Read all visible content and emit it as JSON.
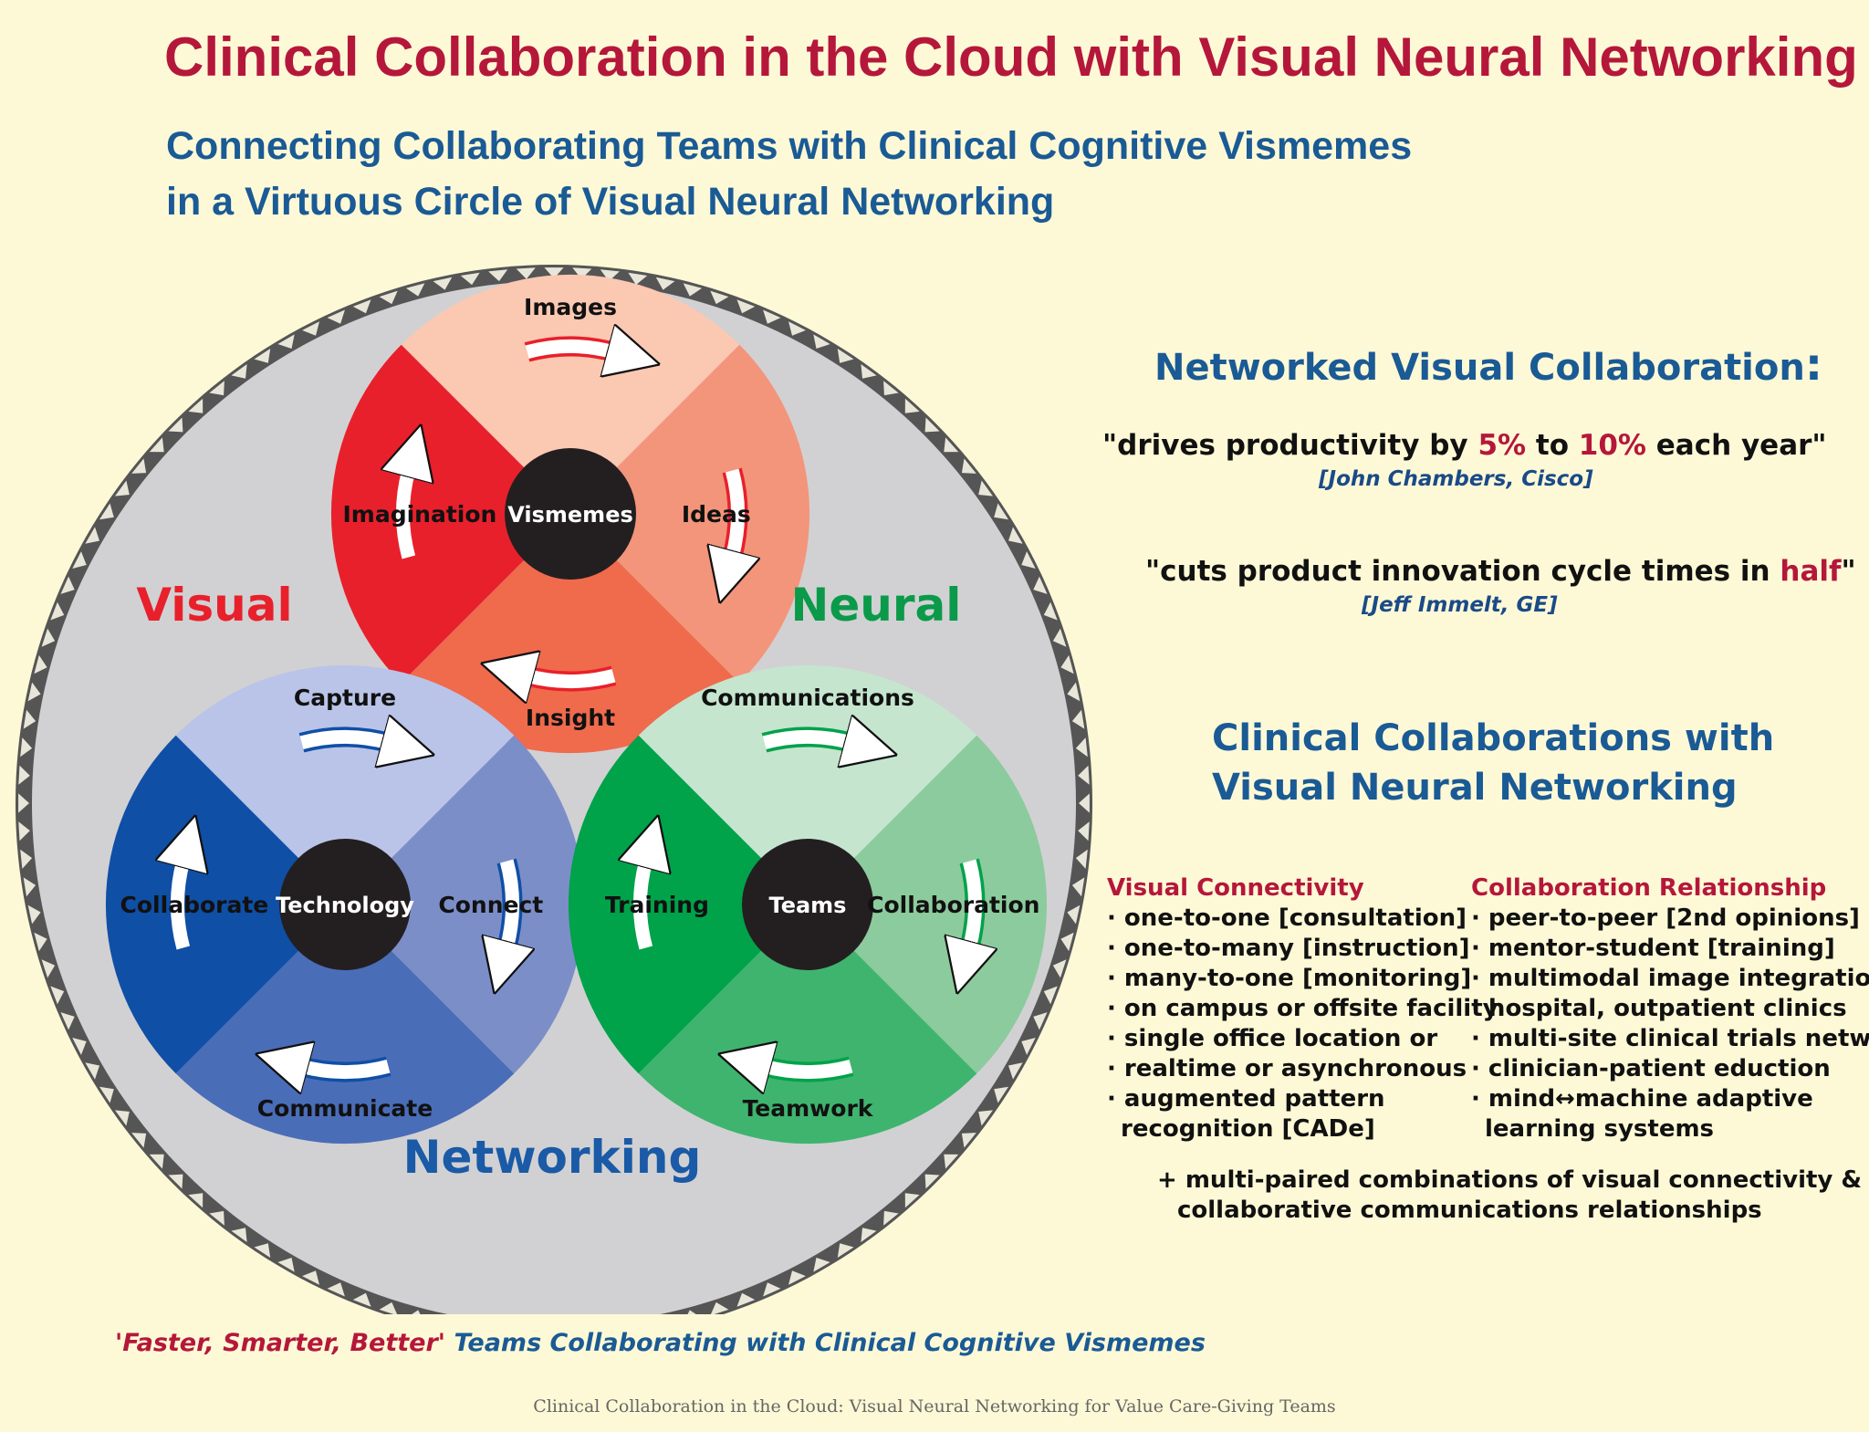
{
  "title": "Clinical Collaboration in the Cloud with Visual Neural Networking",
  "subtitle": {
    "line1": "Connecting Collaborating Teams with Clinical Cognitive Vismemes",
    "line2": "in a Virtuous Circle of Visual Neural Networking"
  },
  "diagram": {
    "outer_labels": {
      "visual": "Visual",
      "neural": "Neural",
      "networking": "Networking"
    },
    "circles": [
      {
        "id": "vismemes",
        "center": "Vismemes",
        "top": "Images",
        "right": "Ideas",
        "bottom": "Insight",
        "left": "Imagination",
        "colors": {
          "top": "#fbc8b2",
          "right": "#f3957a",
          "bottom": "#f06a4c",
          "left": "#e8202b"
        }
      },
      {
        "id": "technology",
        "center": "Technology",
        "top": "Capture",
        "right": "Connect",
        "bottom": "Communicate",
        "left": "Collaborate",
        "colors": {
          "top": "#bac4e8",
          "right": "#7b8ec8",
          "bottom": "#4a6db8",
          "left": "#0f4fa6"
        }
      },
      {
        "id": "teams",
        "center": "Teams",
        "top": "Communications",
        "right": "Collaboration",
        "bottom": "Teamwork",
        "left": "Training",
        "colors": {
          "top": "#c5e5cf",
          "right": "#8ccb9d",
          "bottom": "#3fb46e",
          "left": "#00a24a"
        }
      }
    ],
    "colors": {
      "ring": "#555555",
      "disc": "#d1d1d3",
      "hub": "#231f20",
      "visual": "#e8202b",
      "neural": "#0a9a4a",
      "networking": "#1a5aa6"
    }
  },
  "networked": {
    "heading": "Networked Visual Collaboration",
    "colon": ":",
    "quote1": {
      "pre": "\"drives productivity by ",
      "v1": "5%",
      "mid": " to ",
      "v2": "10%",
      "post": " each year\"",
      "cite": "[John Chambers, Cisco]"
    },
    "quote2": {
      "pre": "\"cuts product innovation cycle times in ",
      "v": "half",
      "post": "\"",
      "cite": "[Jeff Immelt, GE]"
    }
  },
  "clinical": {
    "heading_line1": "Clinical Collaborations with",
    "heading_line2": "Visual Neural Networking",
    "col1": {
      "heading": "Visual Connectivity",
      "items": [
        "· one-to-one [consultation]",
        "· one-to-many [instruction]",
        "· many-to-one [monitoring]",
        "· on campus or offsite facility",
        "· single office location or",
        "· realtime or asynchronous",
        "· augmented pattern",
        "recognition [CADe]"
      ]
    },
    "col2": {
      "heading": "Collaboration Relationship",
      "items": [
        "· peer-to-peer [2nd opinions]",
        "· mentor-student [training]",
        "· multimodal image integration",
        "· hospital, outpatient clinics",
        "· multi-site clinical trials network",
        "· clinician-patient eduction",
        "· mind↔machine adaptive",
        "learning systems"
      ]
    },
    "combo_line1": "+ multi-paired combinations of visual connectivity &",
    "combo_line2": "collaborative communications relationships"
  },
  "tagline": {
    "part1": "'Faster, Smarter, Better'",
    "part2": " Teams Collaborating with Clinical Cognitive Vismemes"
  },
  "footer": "Clinical Collaboration in the Cloud: Visual Neural Networking for Value Care-Giving Teams"
}
